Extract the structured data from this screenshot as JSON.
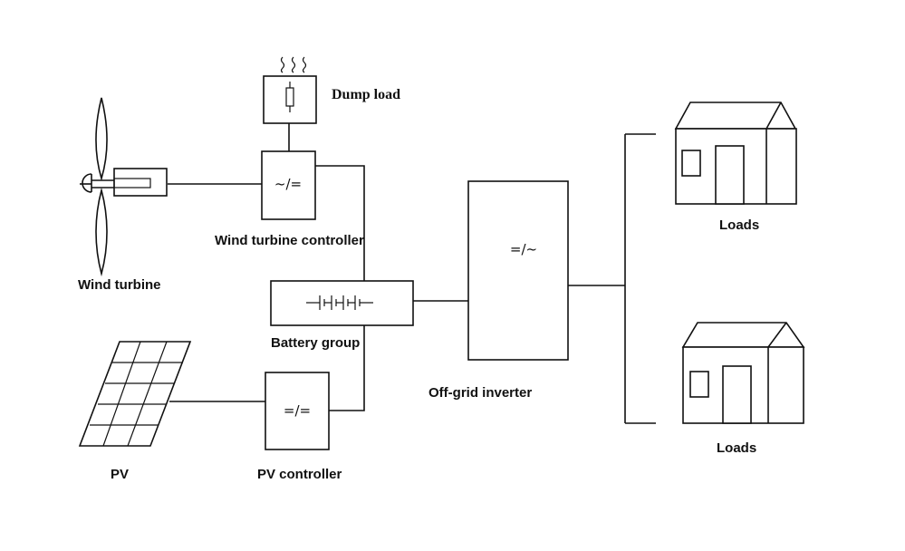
{
  "labels": {
    "dump_load": "Dump load",
    "wind_controller": "Wind turbine controller",
    "wind_turbine": "Wind turbine",
    "battery_group": "Battery group",
    "inverter": "Off-grid inverter",
    "pv": "PV",
    "pv_controller": "PV controller",
    "loads_top": "Loads",
    "loads_bottom": "Loads"
  },
  "symbols": {
    "wind_controller": "~/=",
    "inverter": "=/~",
    "pv_controller": "=/="
  },
  "icons": {
    "dump_load": "resistor-icon",
    "battery": "battery-icon",
    "wind_turbine": "wind-turbine-icon",
    "pv": "solar-panel-icon",
    "loads": "house-icon"
  }
}
